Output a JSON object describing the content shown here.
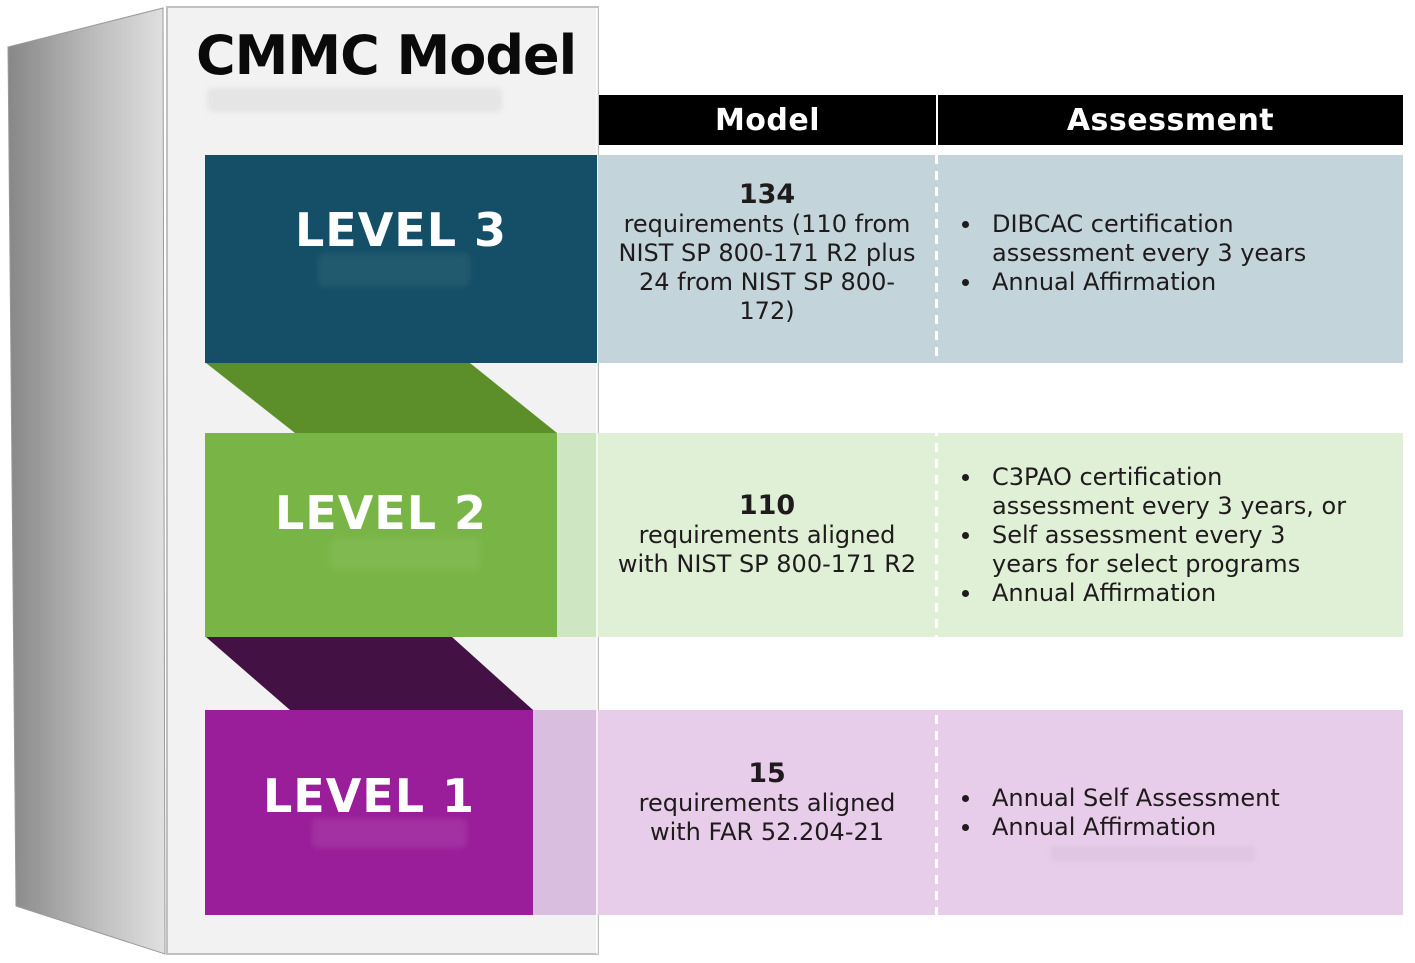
{
  "title": "CMMC Model",
  "columns": {
    "model": "Model",
    "assessment": "Assessment"
  },
  "levels": [
    {
      "name": "LEVEL 3",
      "model_count": "134",
      "model_desc": [
        "requirements (110 from",
        "NIST SP 800-171 R2 plus",
        "24 from NIST SP 800-",
        "172)"
      ],
      "assessments": [
        [
          "DIBCAC certification",
          "assessment every 3 years"
        ],
        [
          "Annual Affirmation"
        ]
      ]
    },
    {
      "name": "LEVEL 2",
      "model_count": "110",
      "model_desc": [
        "requirements aligned",
        "with NIST SP 800-171 R2"
      ],
      "assessments": [
        [
          "C3PAO certification",
          "assessment every 3 years, or"
        ],
        [
          "Self assessment every 3",
          "years for select programs"
        ],
        [
          "Annual Affirmation"
        ]
      ]
    },
    {
      "name": "LEVEL 1",
      "model_count": "15",
      "model_desc": [
        "requirements aligned",
        "with FAR 52.204-21"
      ],
      "assessments": [
        [
          "Annual Self Assessment"
        ],
        [
          "Annual Affirmation"
        ]
      ]
    }
  ],
  "colors": {
    "level3-banner": "#144f67",
    "level3-row": "#c3d4db",
    "level2-banner": "#79b546",
    "level2-fold": "#5c8f2a",
    "level2-row": "#dff0d7",
    "level2-row-tint": "#cfe6c3",
    "level1-banner": "#9a1d99",
    "level1-fold": "#431144",
    "level1-row": "#e8cdea",
    "level1-row-tint": "#d9bedf",
    "header-bg": "#000000",
    "header-text": "#ffffff",
    "banner-text": "#ffffff",
    "body-text": "#1f1b1c",
    "title-text": "#0a0a0a",
    "panel-face": "#f2f2f2",
    "panel-border": "#c0c0c0",
    "side-dark": "#878787",
    "side-light": "#e0e0e0",
    "divider-dash": "#ffffff"
  }
}
